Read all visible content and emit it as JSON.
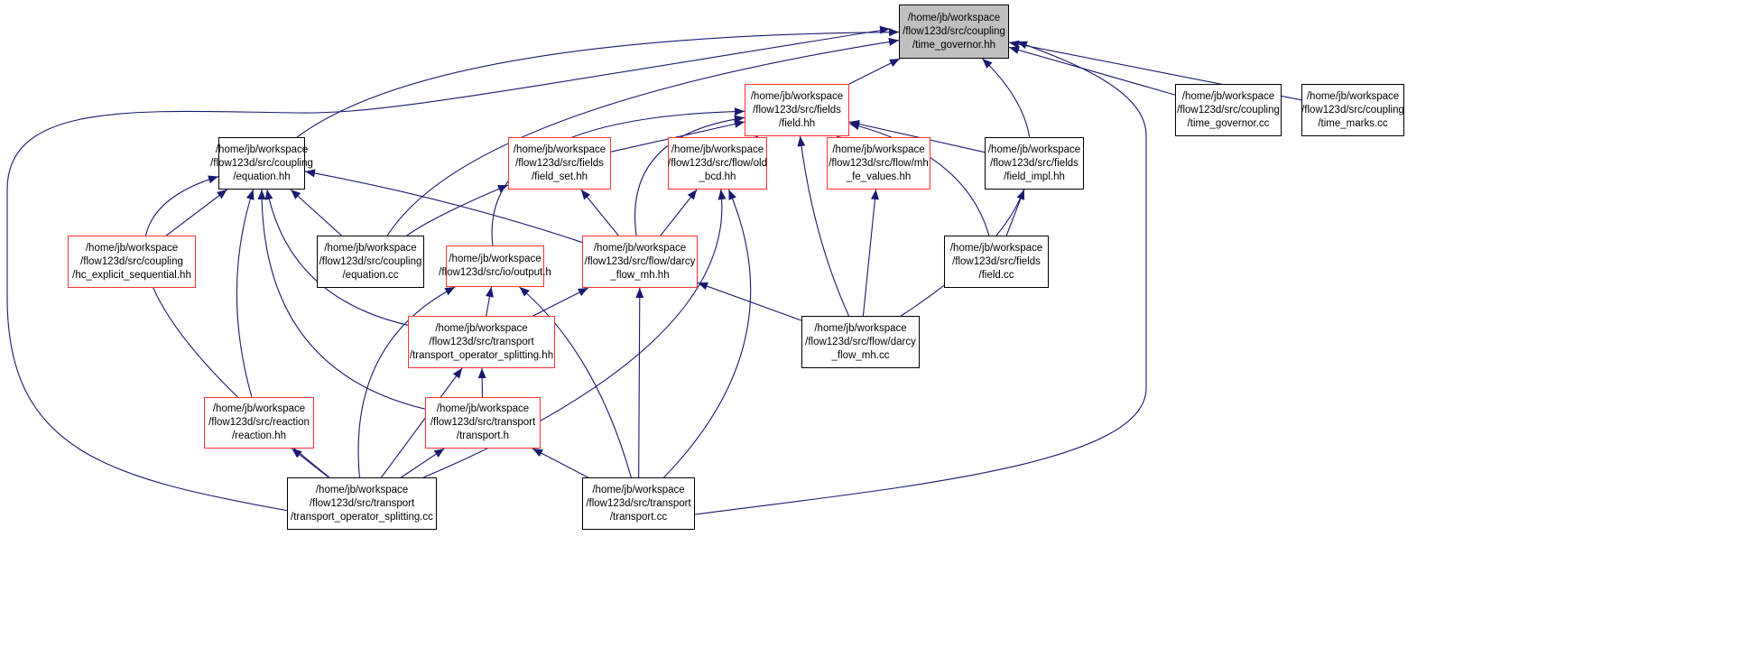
{
  "colors": {
    "edge": "#191970",
    "root_fill": "#bfbfbf",
    "red_border": "#ff3030"
  },
  "nodes": [
    {
      "id": "tg_hh",
      "lines": [
        "/home/jb/workspace",
        "/flow123d/src/coupling",
        "/time_governor.hh"
      ],
      "style": "root"
    },
    {
      "id": "field_hh",
      "lines": [
        "/home/jb/workspace",
        "/flow123d/src/fields",
        "/field.hh"
      ],
      "style": "red"
    },
    {
      "id": "tg_cc",
      "lines": [
        "/home/jb/workspace",
        "/flow123d/src/coupling",
        "/time_governor.cc"
      ],
      "style": "black"
    },
    {
      "id": "tm_cc",
      "lines": [
        "/home/jb/workspace",
        "/flow123d/src/coupling",
        "/time_marks.cc"
      ],
      "style": "black"
    },
    {
      "id": "eq_hh",
      "lines": [
        "/home/jb/workspace",
        "/flow123d/src/coupling",
        "/equation.hh"
      ],
      "style": "black"
    },
    {
      "id": "fs_hh",
      "lines": [
        "/home/jb/workspace",
        "/flow123d/src/fields",
        "/field_set.hh"
      ],
      "style": "red"
    },
    {
      "id": "bcd_hh",
      "lines": [
        "/home/jb/workspace",
        "/flow123d/src/flow/old",
        "_bcd.hh"
      ],
      "style": "red"
    },
    {
      "id": "mhfe_hh",
      "lines": [
        "/home/jb/workspace",
        "/flow123d/src/flow/mh",
        "_fe_values.hh"
      ],
      "style": "red"
    },
    {
      "id": "fi_hh",
      "lines": [
        "/home/jb/workspace",
        "/flow123d/src/fields",
        "/field_impl.hh"
      ],
      "style": "black"
    },
    {
      "id": "hc_hh",
      "lines": [
        "/home/jb/workspace",
        "/flow123d/src/coupling",
        "/hc_explicit_sequential.hh"
      ],
      "style": "red"
    },
    {
      "id": "eq_cc",
      "lines": [
        "/home/jb/workspace",
        "/flow123d/src/coupling",
        "/equation.cc"
      ],
      "style": "black"
    },
    {
      "id": "out_h",
      "lines": [
        "/home/jb/workspace",
        "/flow123d/src/io/output.h"
      ],
      "style": "red"
    },
    {
      "id": "dmh_hh",
      "lines": [
        "/home/jb/workspace",
        "/flow123d/src/flow/darcy",
        "_flow_mh.hh"
      ],
      "style": "red"
    },
    {
      "id": "field_cc",
      "lines": [
        "/home/jb/workspace",
        "/flow123d/src/fields",
        "/field.cc"
      ],
      "style": "black"
    },
    {
      "id": "tos_hh",
      "lines": [
        "/home/jb/workspace",
        "/flow123d/src/transport",
        "/transport_operator_splitting.hh"
      ],
      "style": "red"
    },
    {
      "id": "dmh_cc",
      "lines": [
        "/home/jb/workspace",
        "/flow123d/src/flow/darcy",
        "_flow_mh.cc"
      ],
      "style": "black"
    },
    {
      "id": "re_hh",
      "lines": [
        "/home/jb/workspace",
        "/flow123d/src/reaction",
        "/reaction.hh"
      ],
      "style": "red"
    },
    {
      "id": "tr_h",
      "lines": [
        "/home/jb/workspace",
        "/flow123d/src/transport",
        "/transport.h"
      ],
      "style": "red"
    },
    {
      "id": "tos_cc",
      "lines": [
        "/home/jb/workspace",
        "/flow123d/src/transport",
        "/transport_operator_splitting.cc"
      ],
      "style": "black"
    },
    {
      "id": "tr_cc",
      "lines": [
        "/home/jb/workspace",
        "/flow123d/src/transport",
        "/transport.cc"
      ],
      "style": "black"
    }
  ],
  "edges": [
    [
      "field_hh",
      "tg_hh"
    ],
    [
      "eq_hh",
      "tg_hh"
    ],
    [
      "eq_cc",
      "tg_hh"
    ],
    [
      "tos_cc",
      "tg_hh"
    ],
    [
      "tg_cc",
      "tg_hh"
    ],
    [
      "tm_cc",
      "tg_hh"
    ],
    [
      "dmh_cc",
      "tg_hh"
    ],
    [
      "tr_cc",
      "tg_hh"
    ],
    [
      "fs_hh",
      "field_hh"
    ],
    [
      "bcd_hh",
      "field_hh"
    ],
    [
      "mhfe_hh",
      "field_hh"
    ],
    [
      "fi_hh",
      "field_hh"
    ],
    [
      "field_cc",
      "field_hh"
    ],
    [
      "dmh_hh",
      "field_hh"
    ],
    [
      "out_h",
      "field_hh"
    ],
    [
      "dmh_cc",
      "field_hh"
    ],
    [
      "hc_hh",
      "eq_hh"
    ],
    [
      "eq_cc",
      "eq_hh"
    ],
    [
      "dmh_hh",
      "eq_hh"
    ],
    [
      "tos_hh",
      "eq_hh"
    ],
    [
      "tr_h",
      "eq_hh"
    ],
    [
      "re_hh",
      "eq_hh"
    ],
    [
      "tos_cc",
      "eq_hh"
    ],
    [
      "eq_cc",
      "fs_hh"
    ],
    [
      "dmh_hh",
      "fs_hh"
    ],
    [
      "dmh_hh",
      "bcd_hh"
    ],
    [
      "tos_cc",
      "bcd_hh"
    ],
    [
      "tr_cc",
      "bcd_hh"
    ],
    [
      "dmh_cc",
      "mhfe_hh"
    ],
    [
      "field_cc",
      "fi_hh"
    ],
    [
      "tos_hh",
      "out_h"
    ],
    [
      "tos_cc",
      "out_h"
    ],
    [
      "tr_cc",
      "out_h"
    ],
    [
      "tos_hh",
      "dmh_hh"
    ],
    [
      "tr_cc",
      "dmh_hh"
    ],
    [
      "dmh_cc",
      "dmh_hh"
    ],
    [
      "tr_h",
      "tos_hh"
    ],
    [
      "tos_cc",
      "tos_hh"
    ],
    [
      "tos_cc",
      "tr_h"
    ],
    [
      "tr_cc",
      "tr_h"
    ],
    [
      "tos_cc",
      "re_hh"
    ]
  ]
}
